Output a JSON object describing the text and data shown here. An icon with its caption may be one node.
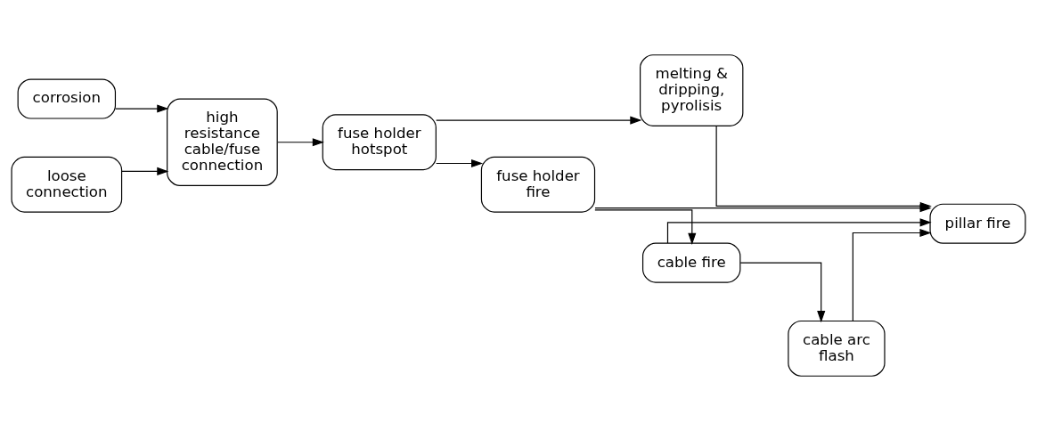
{
  "diagram": {
    "nodes": [
      {
        "text": [
          "corrosion"
        ]
      },
      {
        "text": [
          "loose connection"
        ]
      },
      {
        "text": [
          "high resistance cable/fuse connection"
        ]
      },
      {
        "text": [
          "fuse holder hotspot"
        ]
      },
      {
        "text": [
          "melting & dripping, pyrolisis"
        ]
      },
      {
        "text": [
          "pillar fire"
        ]
      },
      {
        "text": [
          "fuse holder fire"
        ]
      },
      {
        "text": [
          "cable fire"
        ]
      },
      {
        "text": [
          "cable arc flash"
        ]
      }
    ],
    "edges": [
      {
        "from": 0,
        "to": 2,
        "arrow": "to"
      },
      {
        "from": 1,
        "to": 2,
        "arrow": "to"
      },
      {
        "from": 2,
        "to": 3,
        "arrow": "to"
      },
      {
        "from": 3,
        "to": 4,
        "arrow": "to"
      },
      {
        "from": 4,
        "to": 5,
        "arrow": "to"
      },
      {
        "from": 3,
        "to": 6,
        "arrow": "to"
      },
      {
        "from": 6,
        "to": 5,
        "arrow": "to"
      },
      {
        "from": 6,
        "to": 7,
        "arrow": "to"
      },
      {
        "from": 7,
        "to": 5,
        "arrow": "to"
      },
      {
        "from": 7,
        "to": 8,
        "arrow": "to"
      },
      {
        "from": 8,
        "to": 5,
        "arrow": "to"
      }
    ]
  }
}
